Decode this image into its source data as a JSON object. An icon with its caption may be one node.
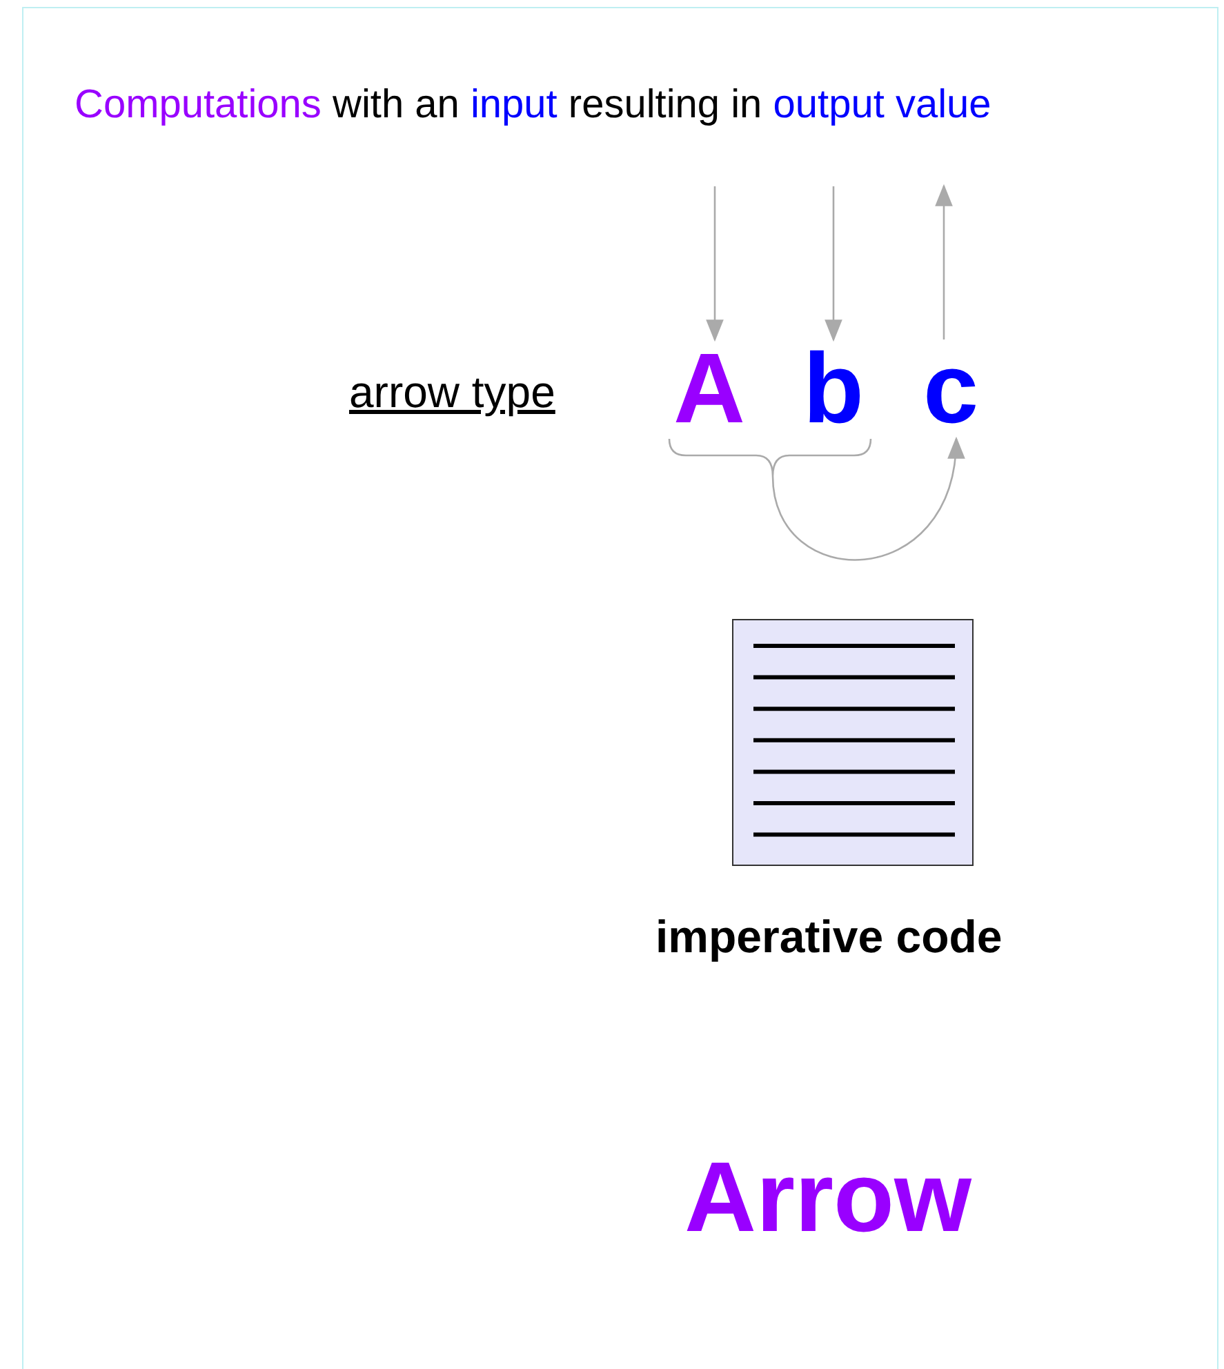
{
  "diagram": {
    "title": "Computations with an input resulting in output value",
    "nodes": [
      {
        "text": [
          "A"
        ]
      },
      {
        "text": [
          "b"
        ]
      },
      {
        "text": [
          "c"
        ]
      }
    ],
    "edges": [
      {
        "from": null,
        "to": 0,
        "arrow": "to"
      },
      {
        "from": null,
        "to": 1,
        "arrow": "to"
      },
      {
        "from": 2,
        "to": null,
        "arrow": "to"
      },
      {
        "from": 0,
        "to": 2,
        "arrow": "to"
      },
      {
        "from": 1,
        "to": 2,
        "arrow": "to"
      }
    ],
    "labels": [
      "arrow type",
      "imperative code",
      "Arrow"
    ]
  }
}
